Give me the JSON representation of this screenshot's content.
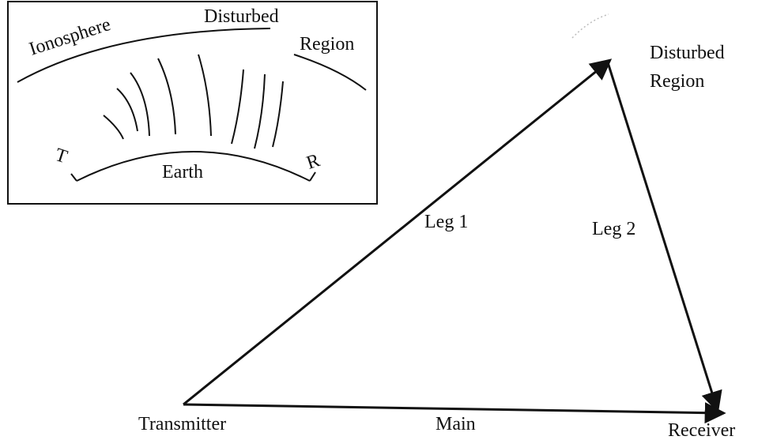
{
  "inset": {
    "ionosphere": "Ionosphere",
    "disturbed": "Disturbed",
    "region": "Region",
    "earth": "Earth",
    "t": "T",
    "r": "R"
  },
  "main": {
    "disturbed_line1": "Disturbed",
    "disturbed_line2": "Region",
    "leg1": "Leg 1",
    "leg2": "Leg 2",
    "transmitter": "Transmitter",
    "main": "Main",
    "receiver": "Receiver"
  }
}
